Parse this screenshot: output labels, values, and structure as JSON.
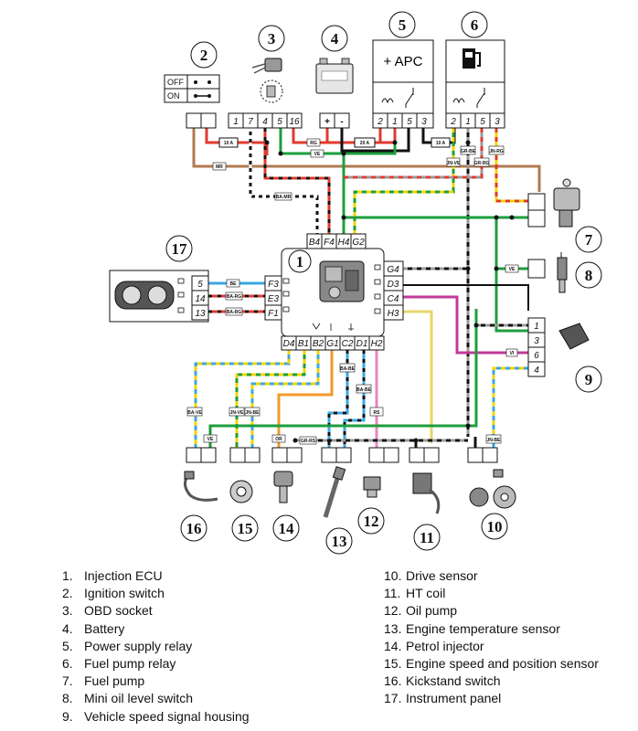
{
  "components": {
    "c1": {
      "num": "1",
      "pins_top": [
        "B4",
        "F4",
        "H4",
        "G2"
      ],
      "pins_right": [
        "G4",
        "D3",
        "C4",
        "H3"
      ],
      "pins_left": [
        "F3",
        "E3",
        "F1"
      ],
      "pins_bottom": [
        "D4",
        "B1",
        "B2",
        "G1",
        "C2",
        "D1",
        "H2"
      ]
    },
    "c2": {
      "num": "2",
      "states": [
        "OFF",
        "ON"
      ]
    },
    "c3": {
      "num": "3"
    },
    "c4": {
      "num": "4"
    },
    "c5": {
      "num": "5",
      "label": "+ APC",
      "pins": [
        "2",
        "1",
        "5",
        "3"
      ]
    },
    "c6": {
      "num": "6",
      "pins": [
        "2",
        "1",
        "5",
        "3"
      ]
    },
    "c7": {
      "num": "7"
    },
    "c8": {
      "num": "8"
    },
    "c9": {
      "num": "9",
      "pins": [
        "1",
        "3",
        "6",
        "4"
      ]
    },
    "c10": {
      "num": "10"
    },
    "c11": {
      "num": "11"
    },
    "c12": {
      "num": "12"
    },
    "c13": {
      "num": "13"
    },
    "c14": {
      "num": "14"
    },
    "c15": {
      "num": "15"
    },
    "c16": {
      "num": "16"
    },
    "c17": {
      "num": "17",
      "pins": [
        "5",
        "14",
        "13"
      ]
    },
    "c3pins": [
      "1",
      "7",
      "4",
      "5",
      "16"
    ],
    "c4pins": [
      "+",
      "-"
    ]
  },
  "fuses": [
    "10 A",
    "20 A",
    "10 A"
  ],
  "wire_tags": {
    "rg": "RG",
    "ve1": "VE",
    "mr": "MR",
    "bamr": "BA-MR",
    "jnve1": "JN-VE",
    "grrg": "GR-RG",
    "jnrg": "JN-RG",
    "ve2": "VE",
    "be": "BE",
    "barg1": "BA-RG",
    "barg2": "BA-RG",
    "vi": "VI",
    "bave": "BA-VE",
    "jnve2": "JN-VE",
    "jnbe1": "JN-BE",
    "babe1": "BA-BE",
    "babe2": "BA-BE",
    "rs": "RS",
    "ve3": "VE",
    "or": "OR",
    "grrs": "GR-RS",
    "jnbe2": "JN-BE",
    "grbe": "GR-BE"
  },
  "legend": {
    "left": [
      {
        "n": "1.",
        "t": "Injection ECU"
      },
      {
        "n": "2.",
        "t": "Ignition switch"
      },
      {
        "n": "3.",
        "t": "OBD socket"
      },
      {
        "n": "4.",
        "t": "Battery"
      },
      {
        "n": "5.",
        "t": "Power supply relay"
      },
      {
        "n": "6.",
        "t": "Fuel pump relay"
      },
      {
        "n": "7.",
        "t": "Fuel pump"
      },
      {
        "n": "8.",
        "t": "Mini oil level switch"
      },
      {
        "n": "9.",
        "t": "Vehicle speed signal housing"
      }
    ],
    "right": [
      {
        "n": "10.",
        "t": "Drive sensor"
      },
      {
        "n": "11.",
        "t": "HT coil"
      },
      {
        "n": "12.",
        "t": "Oil pump"
      },
      {
        "n": "13.",
        "t": "Engine temperature sensor"
      },
      {
        "n": "14.",
        "t": "Petrol injector"
      },
      {
        "n": "15.",
        "t": "Engine speed and position sensor"
      },
      {
        "n": "16.",
        "t": "Kickstand switch"
      },
      {
        "n": "17.",
        "t": "Instrument panel"
      }
    ]
  },
  "colors": {
    "red": "#e03a2e",
    "green": "#1e9e3c",
    "brown": "#b07a52",
    "black": "#111111",
    "yellow": "#f1d400",
    "blue": "#3aa7e2",
    "orange": "#f19a2a",
    "magenta": "#c23a9a",
    "grey": "#9a9a9a",
    "pink": "#e58ab8"
  }
}
